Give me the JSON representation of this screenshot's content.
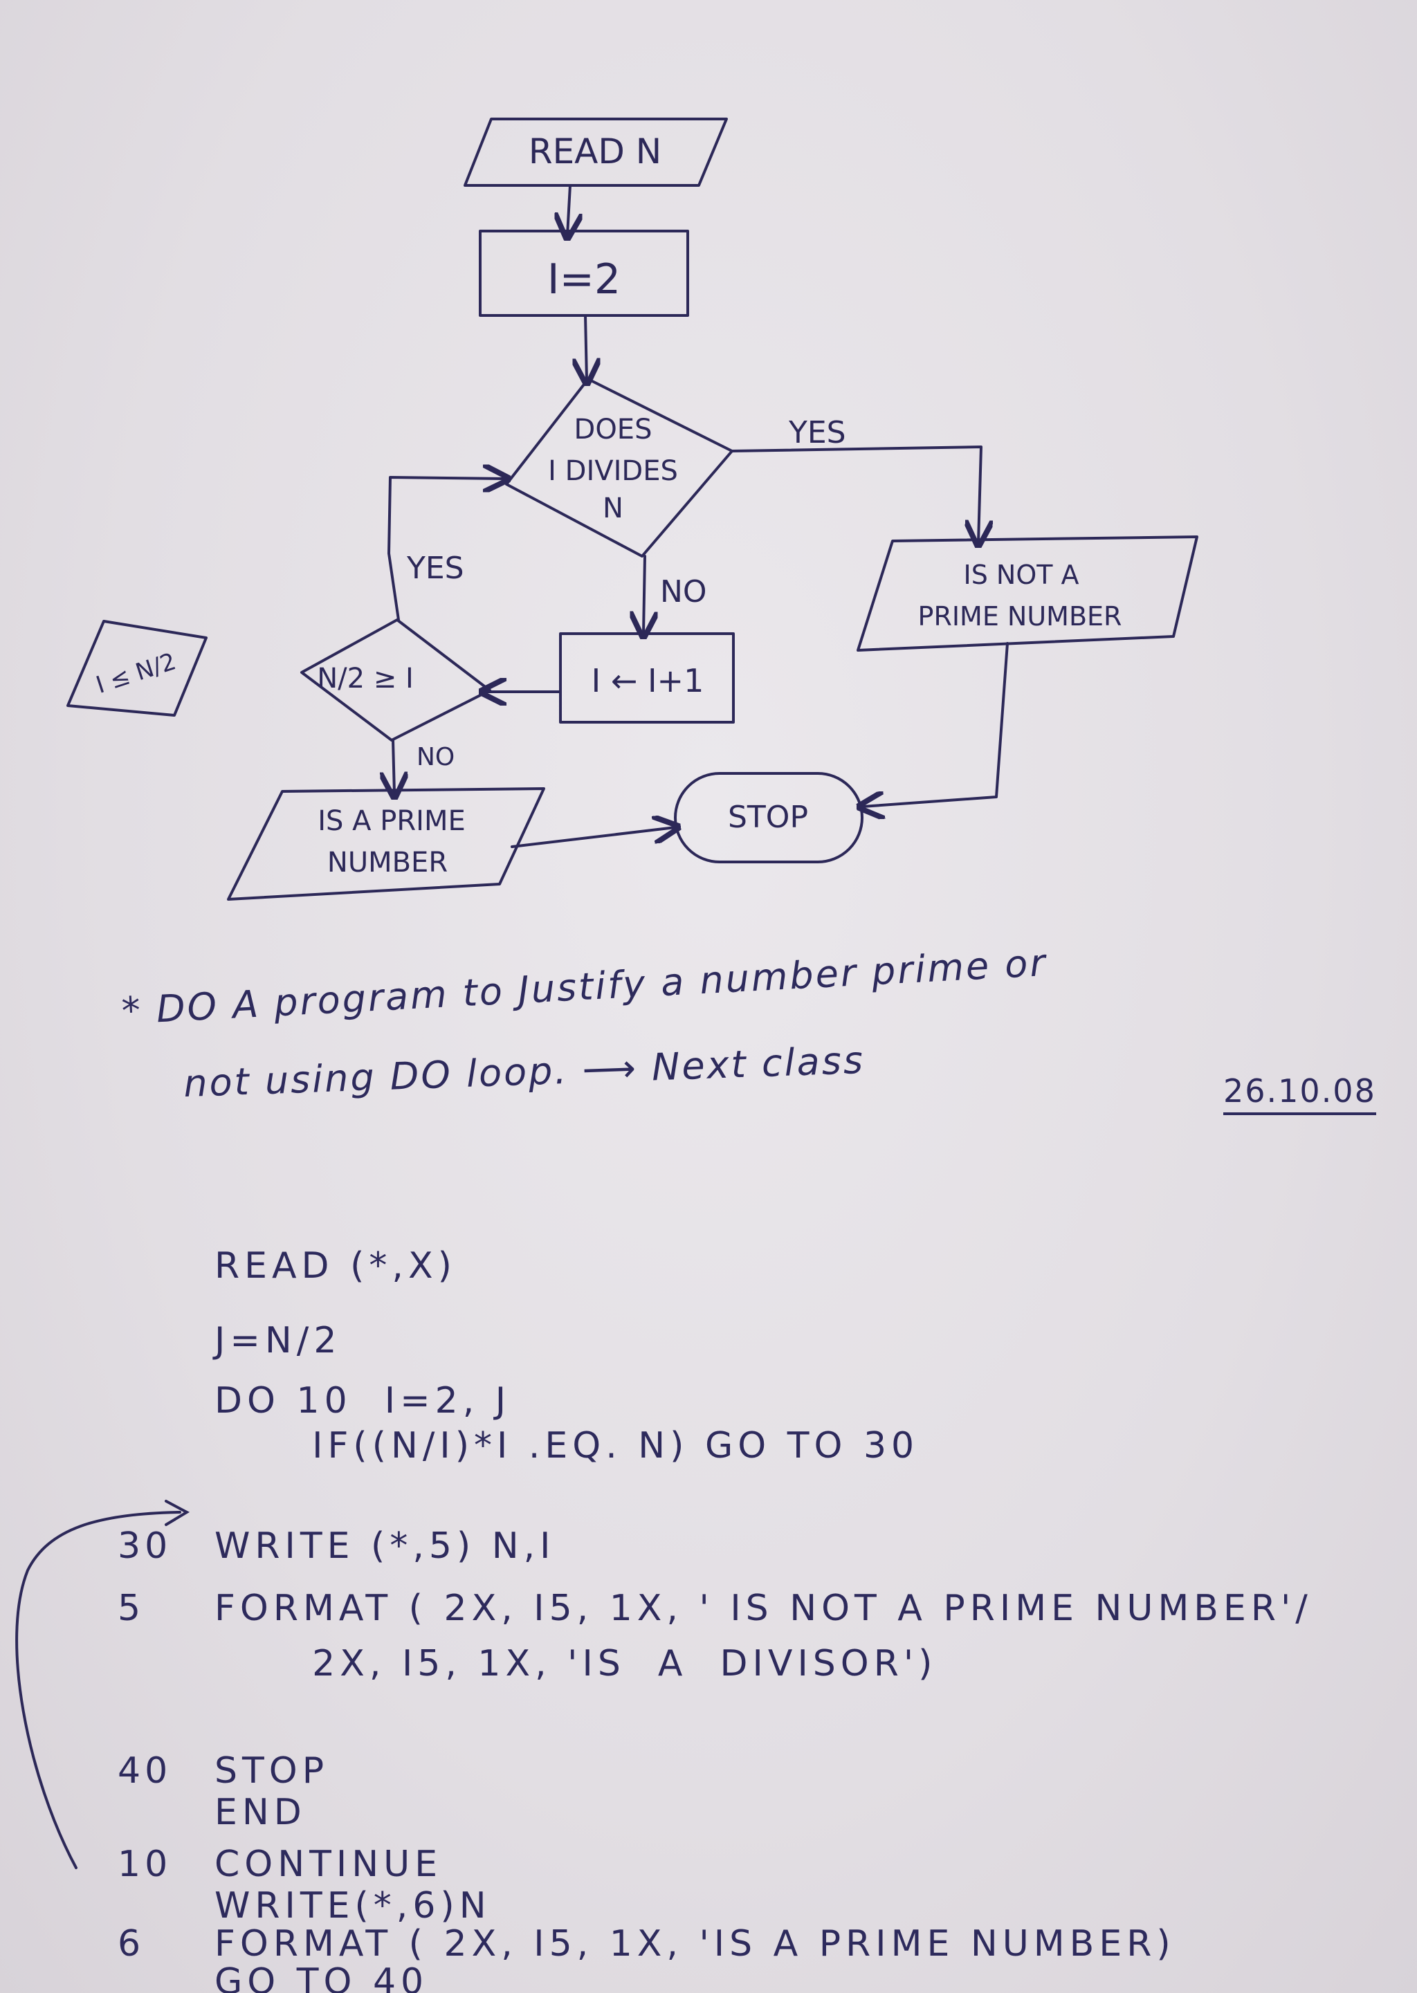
{
  "flowchart": {
    "read_n": "READ N",
    "init": "I=2",
    "decision_divides": [
      "DOES",
      "I DIVIDES",
      "N"
    ],
    "yes_right": "YES",
    "yes_left": "YES",
    "no_down": "NO",
    "is_not_prime": [
      "IS NOT A",
      "PRIME NUMBER"
    ],
    "increment": "I ← I+1",
    "decision_half": "N/2 ≥ I",
    "no_half": "NO",
    "is_prime": [
      "IS A PRIME",
      "NUMBER"
    ],
    "stop": "STOP",
    "side_note": "I ≤ N/2"
  },
  "notes": {
    "line1": "* DO A program to Justify a number prime or",
    "line2": "not using DO loop. ⟶ Next class",
    "date": "26.10.08"
  },
  "code": {
    "lines": [
      {
        "num": "",
        "text": "READ (*,X)"
      },
      {
        "num": "",
        "text": "J=N/2"
      },
      {
        "num": "",
        "text": "DO 10  I=2, J"
      },
      {
        "num": "",
        "text": "      IF((N/I)*I .EQ. N) GO TO 30"
      },
      {
        "num": "30",
        "text": "WRITE (*,5) N,I"
      },
      {
        "num": "5",
        "text": "FORMAT ( 2X, I5, 1X, ' IS NOT A PRIME NUMBER'/"
      },
      {
        "num": "",
        "text": "      2X, I5, 1X, 'IS  A  DIVISOR')"
      },
      {
        "num": "40",
        "text": "STOP"
      },
      {
        "num": "",
        "text": "END"
      },
      {
        "num": "10",
        "text": "CONTINUE"
      },
      {
        "num": "",
        "text": "WRITE(*,6)N"
      },
      {
        "num": "6",
        "text": "FORMAT ( 2X, I5, 1X, 'IS A PRIME NUMBER)"
      },
      {
        "num": "",
        "text": "GO TO 40"
      }
    ]
  }
}
